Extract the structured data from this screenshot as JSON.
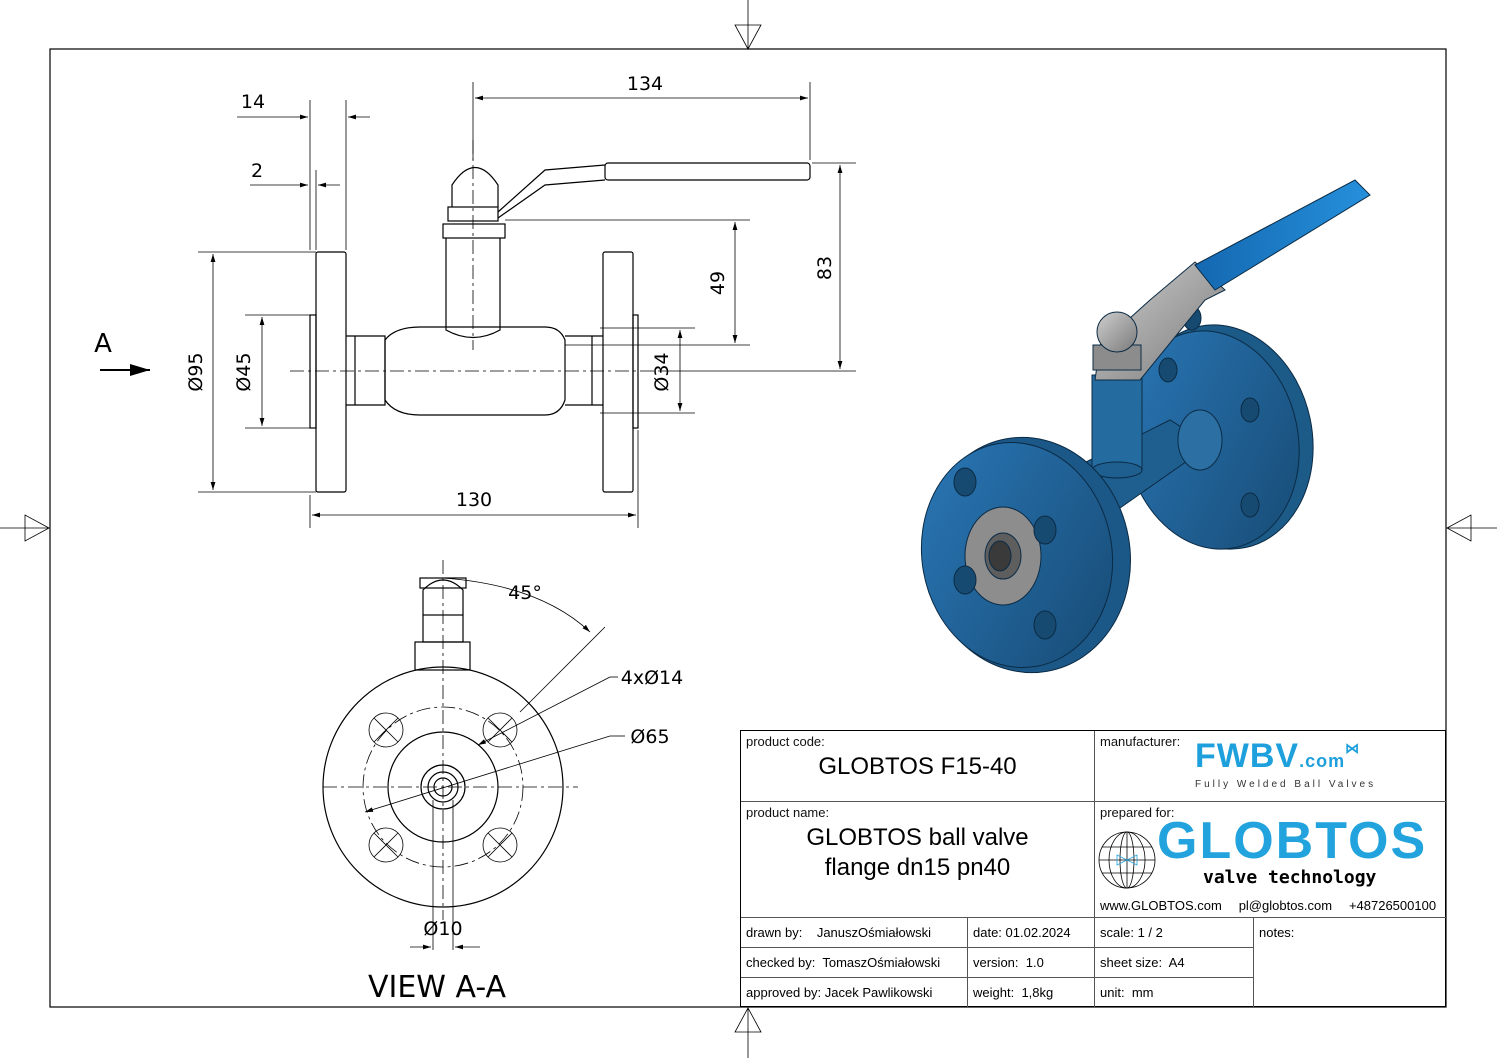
{
  "front_view": {
    "dim_134": "134",
    "dim_14": "14",
    "dim_2": "2",
    "dim_phi95": "Ø95",
    "dim_phi45": "Ø45",
    "dim_phi34": "Ø34",
    "dim_49": "49",
    "dim_83": "83",
    "dim_130": "130",
    "view_arrow_label": "A"
  },
  "section_view": {
    "angle": "45°",
    "holes": "4xØ14",
    "bolt_circle": "Ø65",
    "bore": "Ø10",
    "title": "VIEW A-A"
  },
  "colors": {
    "valve_blue": "#1f5f8f",
    "handle_blue": "#1a78c2",
    "logo_blue": "#22a3dd"
  },
  "title_block": {
    "product_code_label": "product code:",
    "product_code": "GLOBTOS F15-40",
    "manufacturer_label": "manufacturer:",
    "manufacturer_logo": "FWBV",
    "manufacturer_logo_suffix": ".com",
    "manufacturer_tagline": "Fully Welded Ball Valves",
    "product_name_label": "product name:",
    "product_name_line1": "GLOBTOS ball valve",
    "product_name_line2": "flange dn15 pn40",
    "prepared_for_label": "prepared for:",
    "client_logo": "GLOBTOS",
    "client_tagline": "valve technology",
    "website": "www.GLOBTOS.com",
    "email": "pl@globtos.com",
    "phone": "+48726500100",
    "drawn_by_label": "drawn by:",
    "drawn_by": "JanuszOśmiałowski",
    "checked_by_label": "checked by:",
    "checked_by": "TomaszOśmiałowski",
    "approved_by_label": "approved by:",
    "approved_by": "Jacek Pawlikowski",
    "date_label": "date:",
    "date": "01.02.2024",
    "version_label": "version:",
    "version": "1.0",
    "weight_label": "weight:",
    "weight": "1,8kg",
    "scale_label": "scale:",
    "scale": "1 / 2",
    "sheet_size_label": "sheet size:",
    "sheet_size": "A4",
    "unit_label": "unit:",
    "unit": "mm",
    "notes_label": "notes:"
  }
}
